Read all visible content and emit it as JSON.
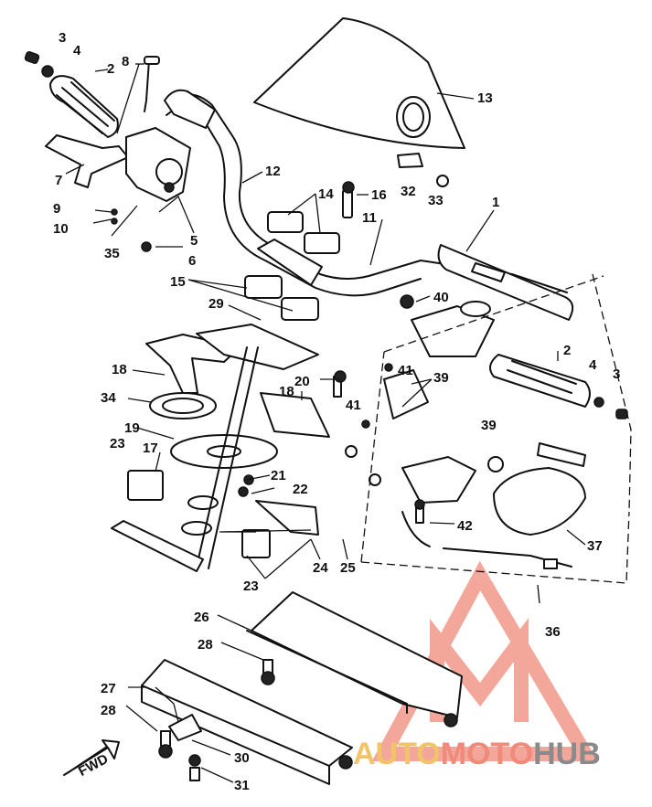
{
  "diagram": {
    "callouts": [
      {
        "id": "c3a",
        "text": "3"
      },
      {
        "id": "c4a",
        "text": "4"
      },
      {
        "id": "c8",
        "text": "8"
      },
      {
        "id": "c2a",
        "text": "2"
      },
      {
        "id": "c13",
        "text": "13"
      },
      {
        "id": "c7",
        "text": "7"
      },
      {
        "id": "c12",
        "text": "12"
      },
      {
        "id": "c9",
        "text": "9"
      },
      {
        "id": "c10",
        "text": "10"
      },
      {
        "id": "c5",
        "text": "5"
      },
      {
        "id": "c35",
        "text": "35"
      },
      {
        "id": "c6",
        "text": "6"
      },
      {
        "id": "c32",
        "text": "32"
      },
      {
        "id": "c33",
        "text": "33"
      },
      {
        "id": "c14",
        "text": "14"
      },
      {
        "id": "c16",
        "text": "16"
      },
      {
        "id": "c1",
        "text": "1"
      },
      {
        "id": "c11",
        "text": "11"
      },
      {
        "id": "c15",
        "text": "15"
      },
      {
        "id": "c29",
        "text": "29"
      },
      {
        "id": "c40",
        "text": "40"
      },
      {
        "id": "c2b",
        "text": "2"
      },
      {
        "id": "c4b",
        "text": "4"
      },
      {
        "id": "c3b",
        "text": "3"
      },
      {
        "id": "c18a",
        "text": "18"
      },
      {
        "id": "c20",
        "text": "20"
      },
      {
        "id": "c41a",
        "text": "41"
      },
      {
        "id": "c39a",
        "text": "39"
      },
      {
        "id": "c34",
        "text": "34"
      },
      {
        "id": "c18b",
        "text": "18"
      },
      {
        "id": "c41b",
        "text": "41"
      },
      {
        "id": "c19",
        "text": "19"
      },
      {
        "id": "c39b",
        "text": "39"
      },
      {
        "id": "c23a",
        "text": "23"
      },
      {
        "id": "c17",
        "text": "17"
      },
      {
        "id": "c21",
        "text": "21"
      },
      {
        "id": "c22",
        "text": "22"
      },
      {
        "id": "c42",
        "text": "42"
      },
      {
        "id": "c37",
        "text": "37"
      },
      {
        "id": "c24",
        "text": "24"
      },
      {
        "id": "c25",
        "text": "25"
      },
      {
        "id": "c23b",
        "text": "23"
      },
      {
        "id": "c36",
        "text": "36"
      },
      {
        "id": "c26",
        "text": "26"
      },
      {
        "id": "c28a",
        "text": "28"
      },
      {
        "id": "c27",
        "text": "27"
      },
      {
        "id": "c28b",
        "text": "28"
      },
      {
        "id": "c30",
        "text": "30"
      },
      {
        "id": "c31",
        "text": "31"
      }
    ],
    "direction_marker": "FWD"
  },
  "watermark": {
    "prefix": "AUTO",
    "middle": "MOTO",
    "suffix": "HUB",
    "color_primary": "#f08a7a",
    "color_secondary": "#f2c46a",
    "color_gray": "#8a8a8a"
  }
}
